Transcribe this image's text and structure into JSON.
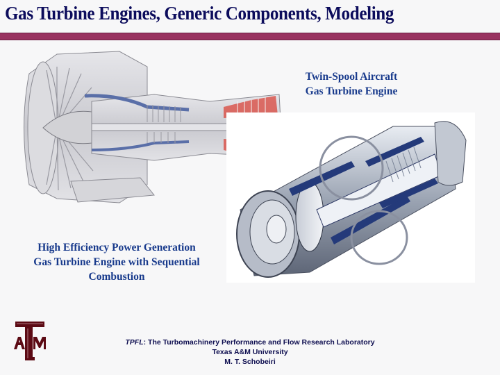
{
  "slide": {
    "title": "Gas Turbine Engines, Generic Components, Modeling",
    "accent_bar_color": "#993360",
    "title_color": "#0c0c5c",
    "caption_color": "#183a8c"
  },
  "figures": {
    "aircraft_engine": {
      "caption_line1": "Twin-Spool Aircraft",
      "caption_line2": "Gas Turbine Engine",
      "image": "twin-spool-turbofan-cutaway"
    },
    "power_engine": {
      "caption_line1": "High Efficiency Power Generation",
      "caption_line2": "Gas Turbine Engine with Sequential",
      "caption_line3": "Combustion",
      "image": "industrial-gas-turbine-cutaway"
    }
  },
  "footer": {
    "lab_abbr": "TPFL",
    "lab_name": ": The Turbomachinery Performance and Flow Research Laboratory",
    "university": "Texas A&M University",
    "author": "M. T. Schobeiri",
    "logo_letters": {
      "left": "A",
      "center": "T",
      "right": "M"
    },
    "logo_color": "#5c0a14"
  }
}
